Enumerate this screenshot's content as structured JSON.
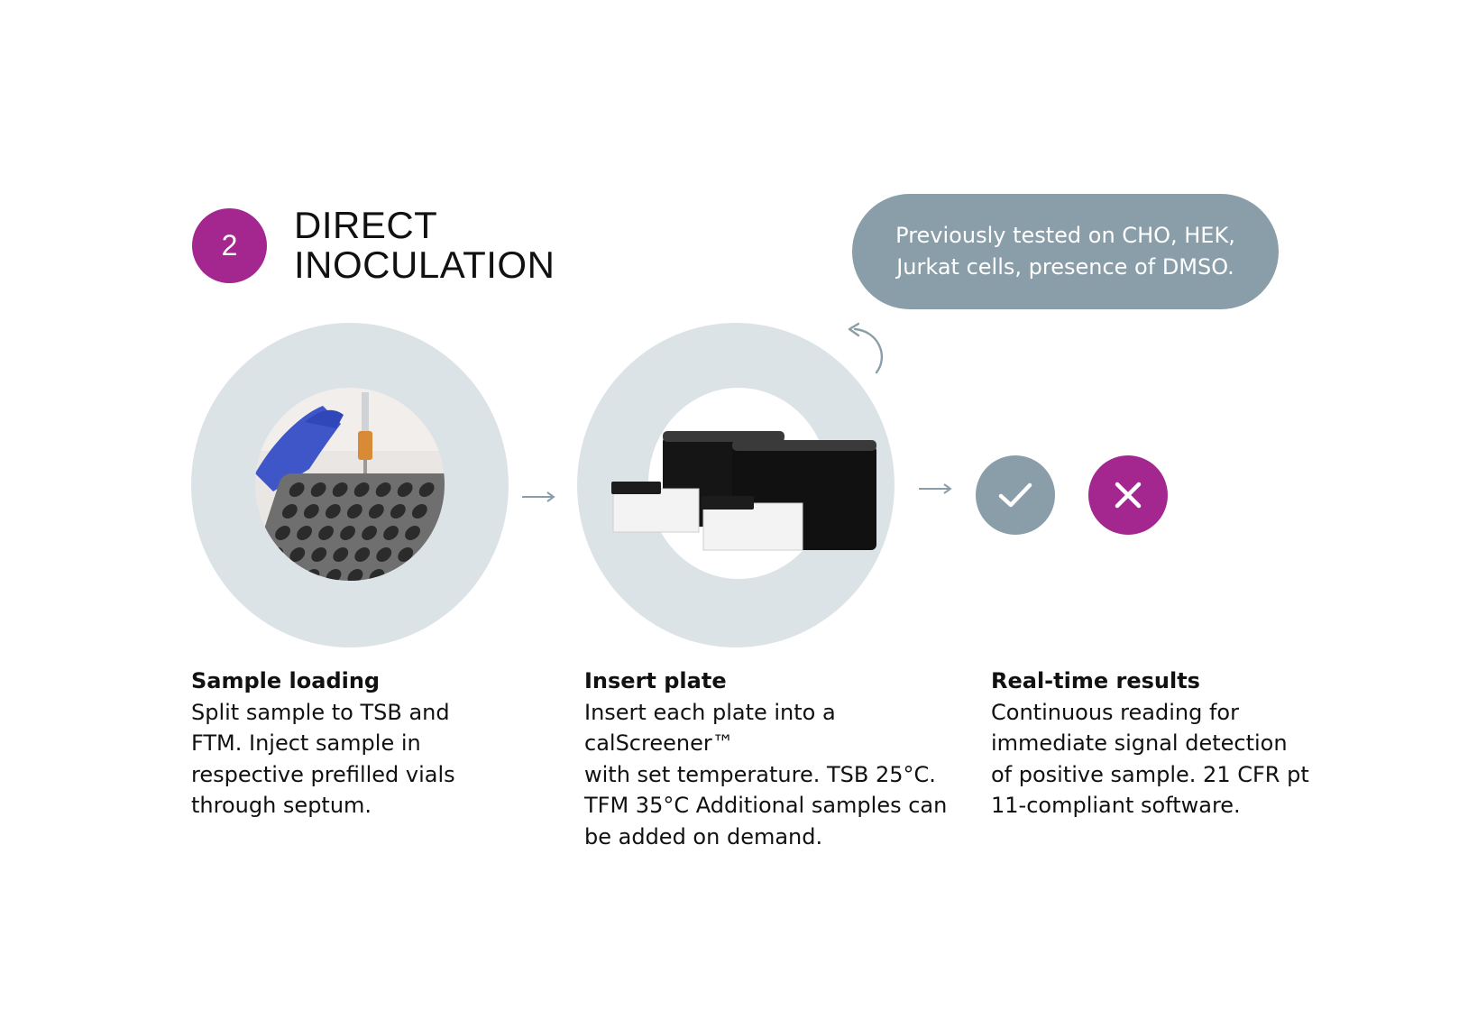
{
  "header": {
    "step_number": "2",
    "title_line1": "DIRECT",
    "title_line2": "INOCULATION"
  },
  "callout": {
    "line1": "Previously tested on CHO, HEK,",
    "line2": "Jurkat cells, presence of DMSO."
  },
  "steps": [
    {
      "heading": "Sample loading",
      "lines": [
        "Split sample to TSB and",
        "FTM. Inject sample in",
        "respective prefilled vials",
        "through septum."
      ]
    },
    {
      "heading": "Insert plate",
      "lines": [
        "Insert each plate into a calScreener™",
        "with set temperature. TSB 25°C.",
        "TFM 35°C Additional samples can",
        "be added on demand."
      ]
    },
    {
      "heading": "Real-time results",
      "lines": [
        "Continuous reading for",
        "immediate signal detection",
        "of positive sample. 21 CFR pt",
        "11-compliant software."
      ]
    }
  ],
  "icons": {
    "step1": "sample-plate-photo",
    "step2": "calscreener-instrument-icon",
    "positive": "check-icon",
    "negative": "cross-icon",
    "loop": "reload-arrow-icon",
    "flow": "right-arrow-icon"
  },
  "colors": {
    "accent_magenta": "#a3278f",
    "slate": "#8a9ea9",
    "ring": "#dce3e7"
  }
}
